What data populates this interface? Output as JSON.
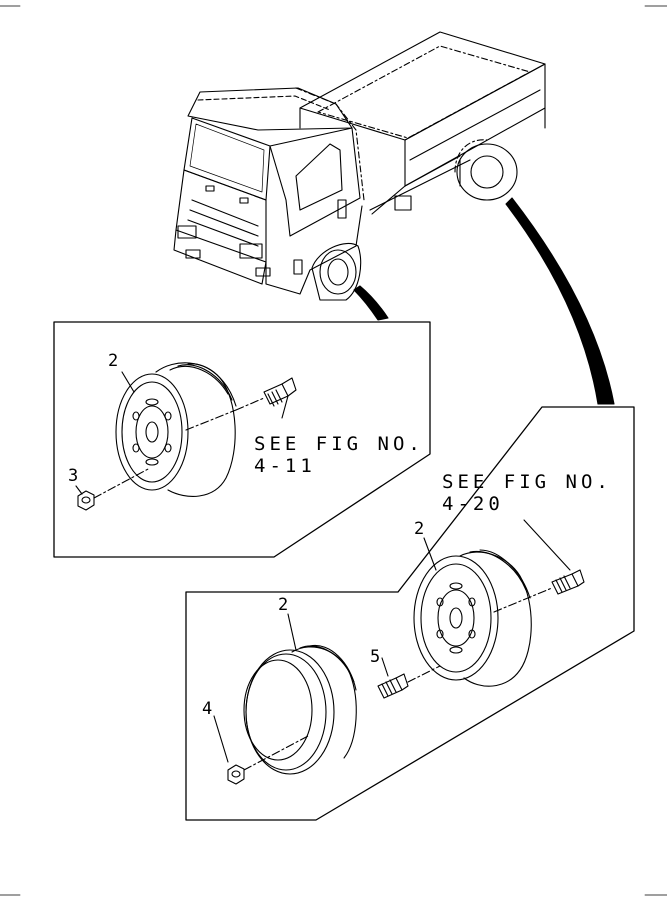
{
  "callouts": {
    "front_wheel": "2",
    "front_nut": "3",
    "rear_inner_wheel": "2",
    "rear_outer_wheel": "2",
    "rear_nut": "4",
    "rear_bolt": "5"
  },
  "references": {
    "front": {
      "line1": "SEE FIG NO.",
      "line2": "4-11"
    },
    "rear": {
      "line1": "SEE FIG NO.",
      "line2": "4-20"
    }
  },
  "colors": {
    "ink": "#000000",
    "paper": "#ffffff"
  }
}
